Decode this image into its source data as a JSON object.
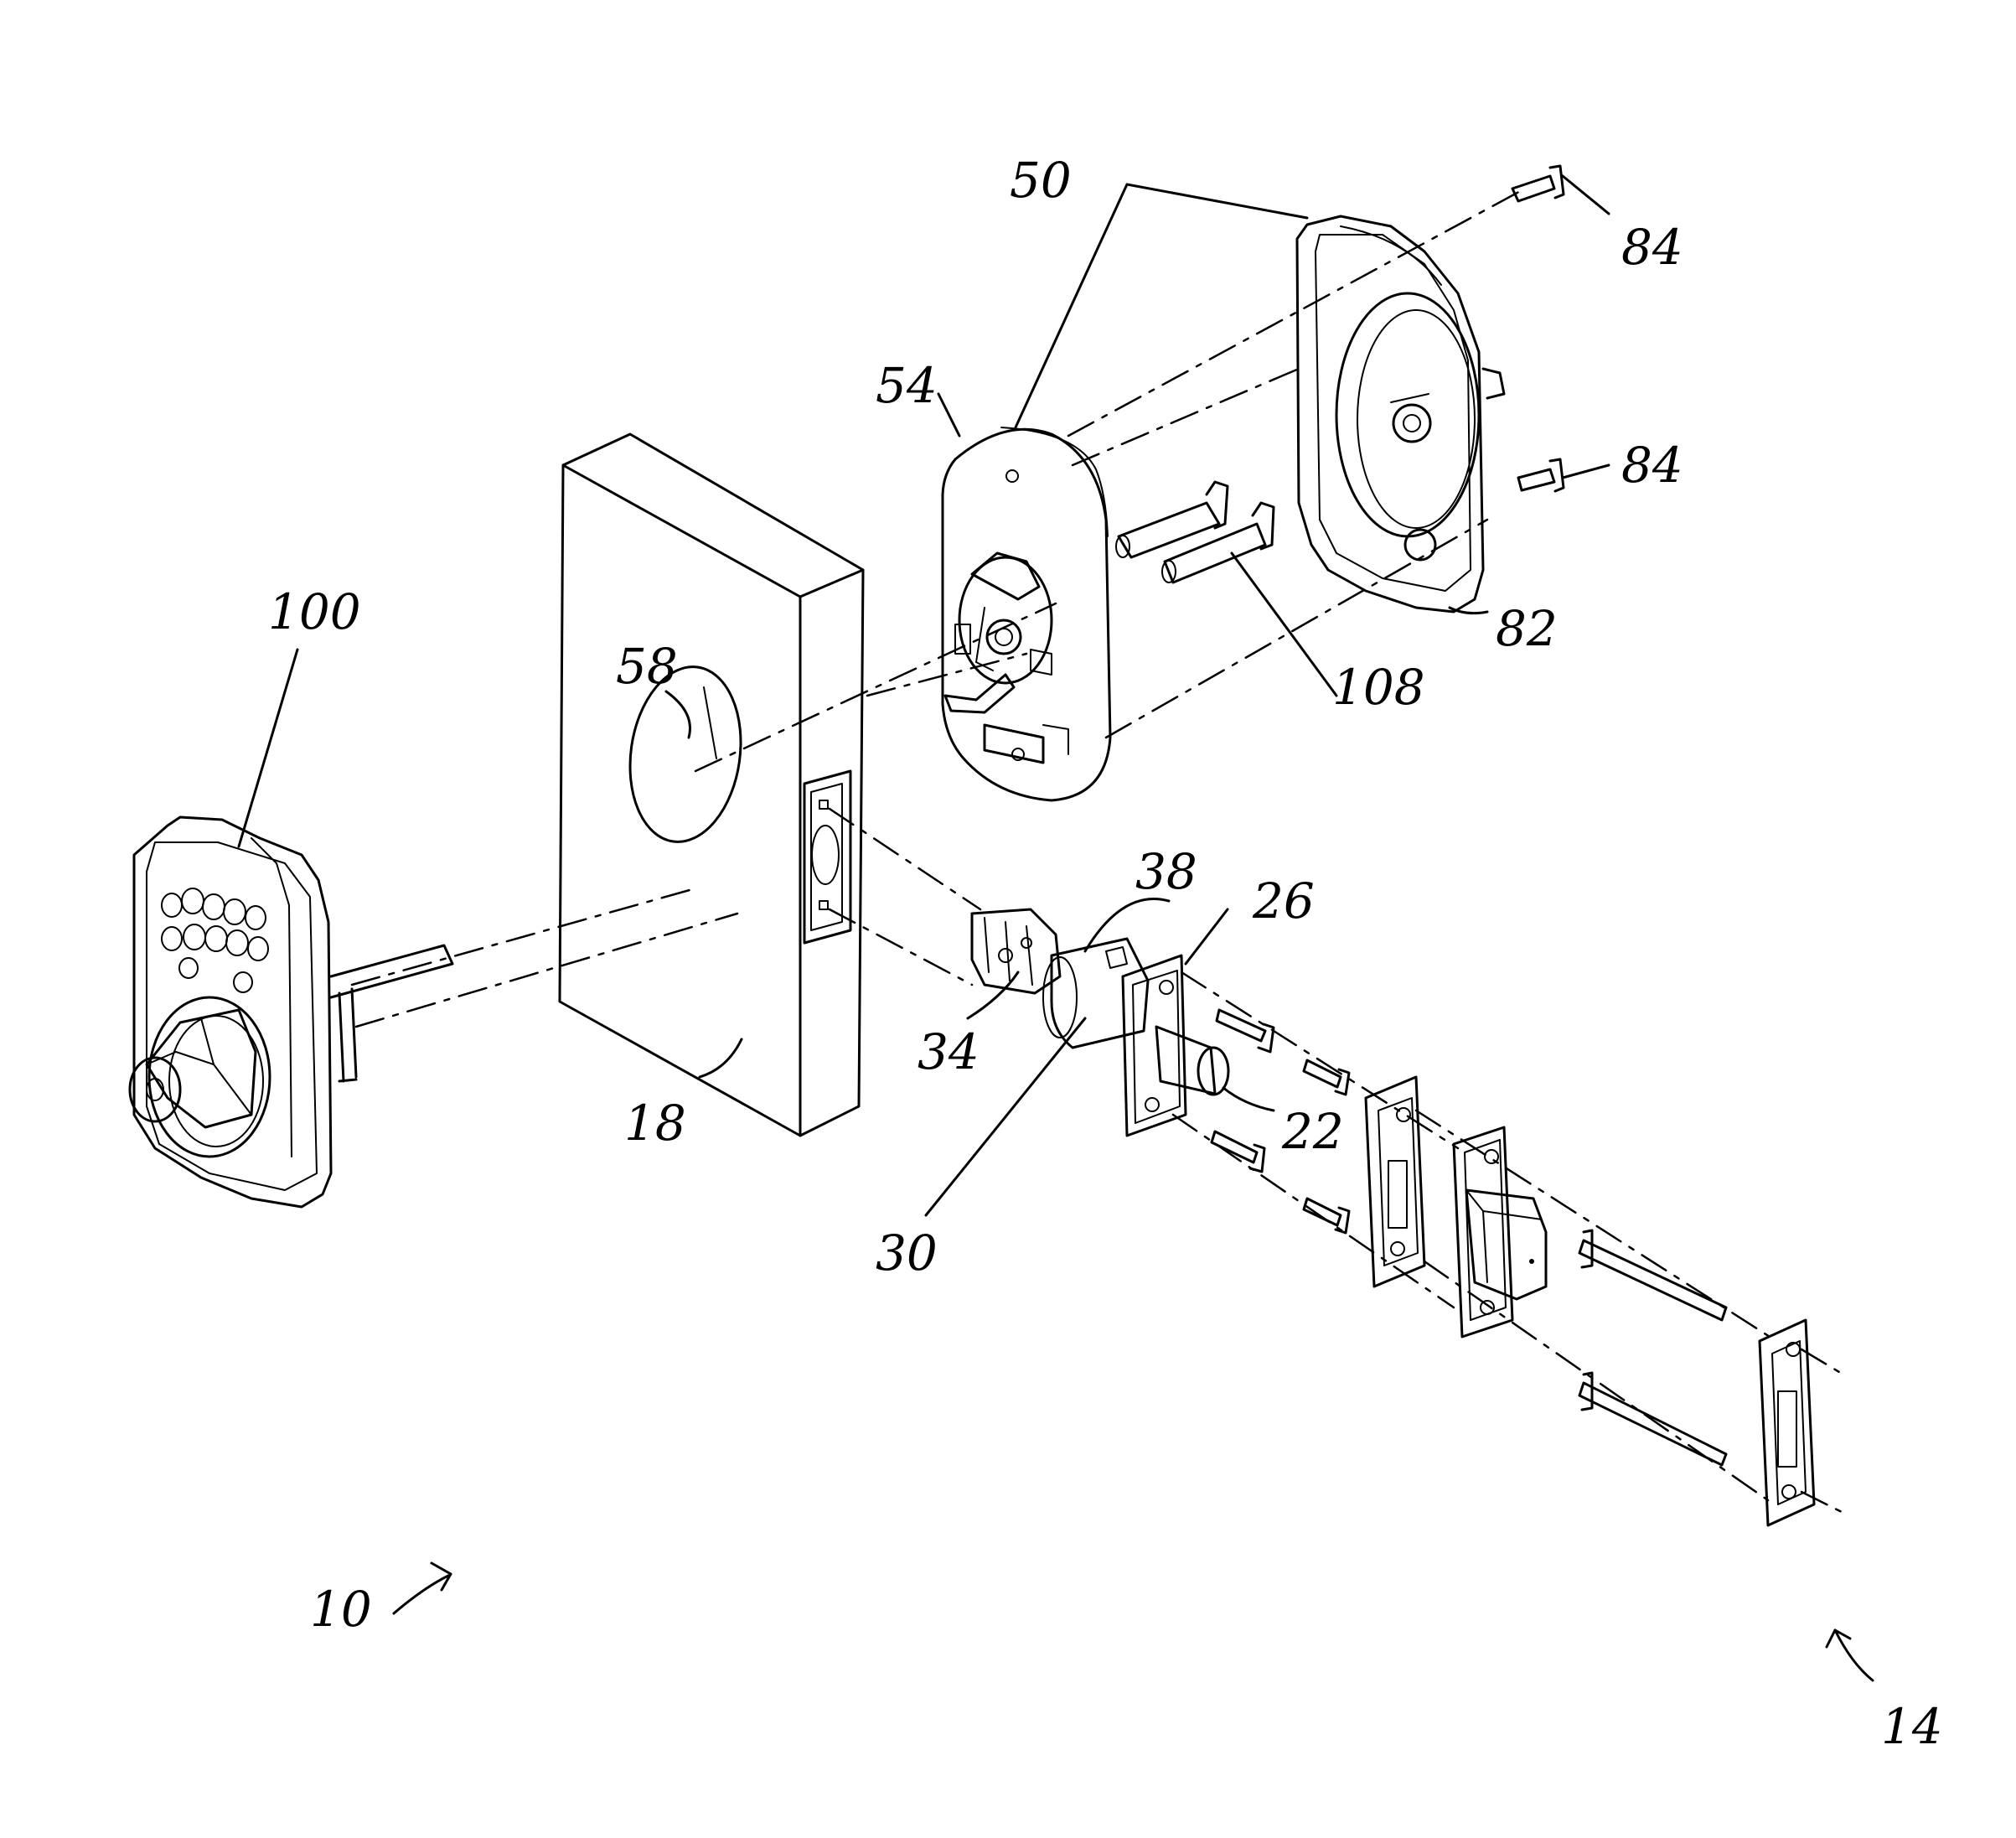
{
  "figure": {
    "reference_numerals": {
      "assembly": "10",
      "door_lock_assembly": "14",
      "door": "18",
      "bolt": "22",
      "faceplate": "26",
      "housing": "30",
      "drive_mechanism": "34",
      "cam": "38",
      "interior_assembly": "50",
      "mounting_plate": "54",
      "bore": "58",
      "cover": "82",
      "screw_upper": "84",
      "screw_lower": "84",
      "exterior_keypad_assembly": "100",
      "bolts": "108"
    }
  }
}
